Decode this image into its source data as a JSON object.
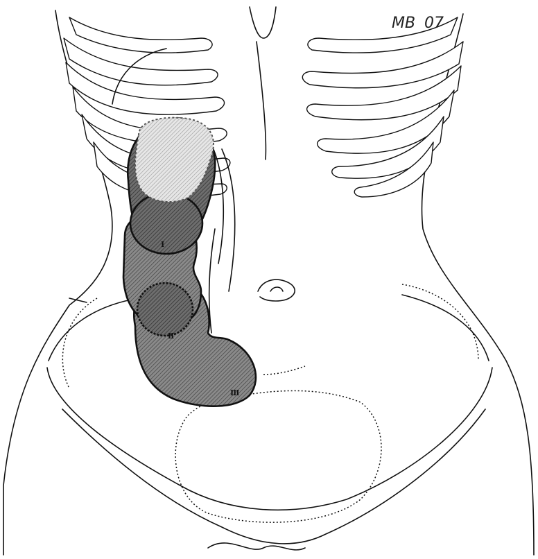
{
  "signature": {
    "initials": "MB",
    "year": "07"
  },
  "kidney_positions": [
    {
      "numeral": "I"
    },
    {
      "numeral": "II"
    },
    {
      "numeral": "III"
    }
  ]
}
